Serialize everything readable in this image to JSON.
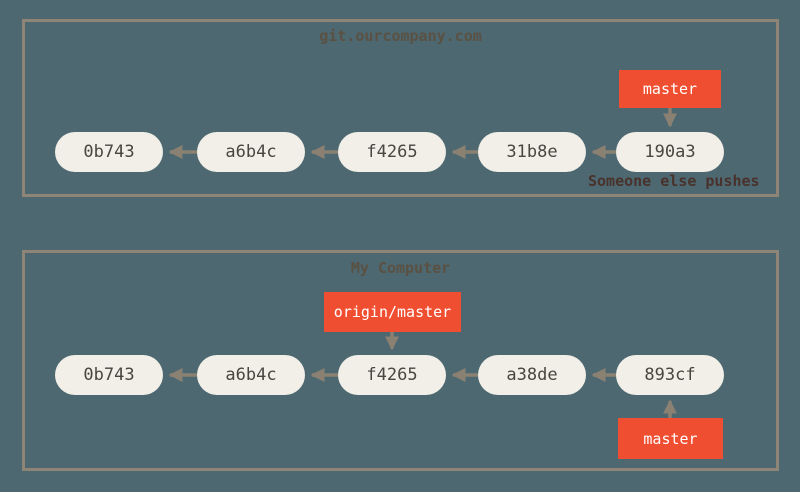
{
  "diagram": {
    "type": "git-commit-graph",
    "panels": [
      {
        "title": "git.ourcompany.com",
        "commits": [
          "0b743",
          "a6b4c",
          "f4265",
          "31b8e",
          "190a3"
        ],
        "branches": [
          {
            "label": "master",
            "attached_to": "190a3",
            "position": "above"
          }
        ],
        "annotation": "Someone else pushes"
      },
      {
        "title": "My Computer",
        "commits": [
          "0b743",
          "a6b4c",
          "f4265",
          "a38de",
          "893cf"
        ],
        "branches": [
          {
            "label": "origin/master",
            "attached_to": "f4265",
            "position": "above"
          },
          {
            "label": "master",
            "attached_to": "893cf",
            "position": "below"
          }
        ],
        "annotation": ""
      }
    ],
    "colors": {
      "background": "#4d6871",
      "panel_border": "#8e8577",
      "commit_fill": "#f1efe8",
      "commit_text": "#48463f",
      "branch_background": "#f04e31",
      "branch_text": "#ffffff",
      "arrow": "#8b8173",
      "title_text": "#5a5143",
      "annotation_text": "#49322b"
    }
  }
}
